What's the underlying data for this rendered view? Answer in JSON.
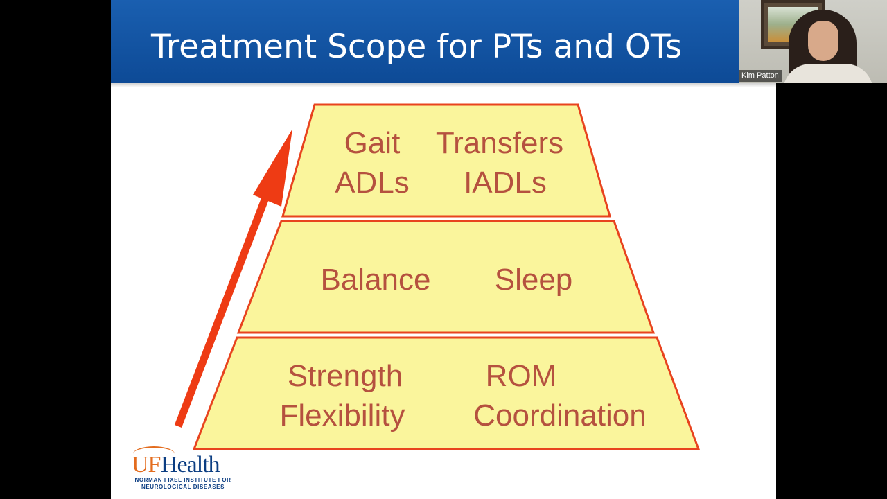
{
  "slide": {
    "title": "Treatment Scope for PTs and OTs",
    "tiers": [
      {
        "items": [
          "Gait",
          "Transfers",
          "ADLs",
          "IADLs"
        ]
      },
      {
        "items": [
          "Balance",
          "Sleep"
        ]
      },
      {
        "items": [
          "Strength",
          "ROM",
          "Flexibility",
          "Coordination"
        ]
      }
    ],
    "logo": {
      "uf": "UF",
      "health": "Health",
      "subtitle_line1": "NORMAN FIXEL INSTITUTE FOR",
      "subtitle_line2": "NEUROLOGICAL DISEASES"
    }
  },
  "participant": {
    "name": "Kim Patton"
  },
  "colors": {
    "title_bar": "#0d4a96",
    "tier_fill": "#faf59c",
    "tier_stroke": "#e8431e",
    "tier_text": "#b5513f",
    "arrow": "#ee3b14"
  }
}
